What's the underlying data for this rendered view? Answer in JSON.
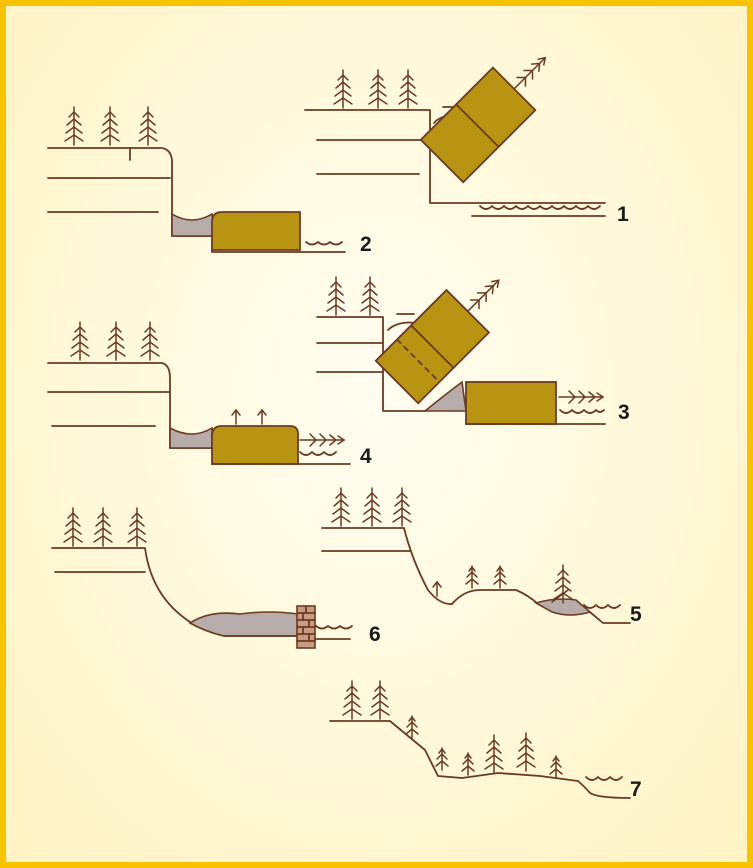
{
  "diagram": {
    "stage_labels": [
      "1",
      "2",
      "3",
      "4",
      "5",
      "6",
      "7"
    ]
  },
  "colors": {
    "frame": "#f7c200",
    "background": "#fff8d8",
    "rock_block": "#b89412",
    "debris": "#b7aca9",
    "line": "#6b3a22"
  }
}
